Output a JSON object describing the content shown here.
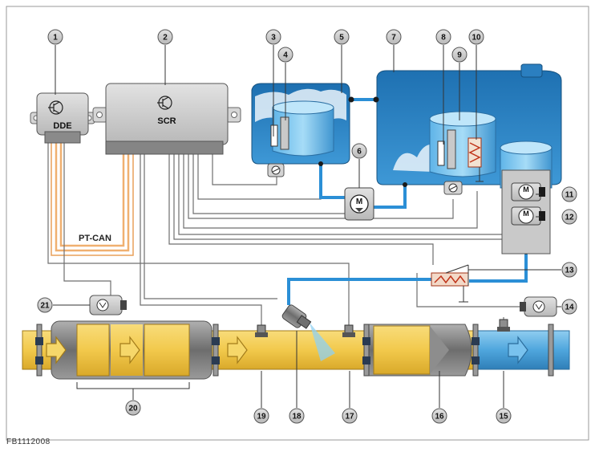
{
  "figure_id": "FB1112008",
  "modules": {
    "dde": "DDE",
    "scr": "SCR",
    "bus": "PT-CAN"
  },
  "callouts": [
    "1",
    "2",
    "3",
    "4",
    "5",
    "6",
    "7",
    "8",
    "9",
    "10",
    "11",
    "12",
    "13",
    "14",
    "15",
    "16",
    "17",
    "18",
    "19",
    "20",
    "21"
  ],
  "pump_glyph": "M",
  "colors": {
    "exhaust": "#f2c94c",
    "exhaust_clean": "#5aaee0",
    "tank": "#2a7fc0",
    "tank_light": "#7cc5ee",
    "module": "#d2d2d2",
    "can_bus": "#f0b070",
    "wire": "#777777",
    "heater": "#d04020"
  },
  "icons": [
    "transistor-icon",
    "pump-motor-icon",
    "sensor-icon",
    "heater-icon",
    "flow-arrow-icon"
  ]
}
